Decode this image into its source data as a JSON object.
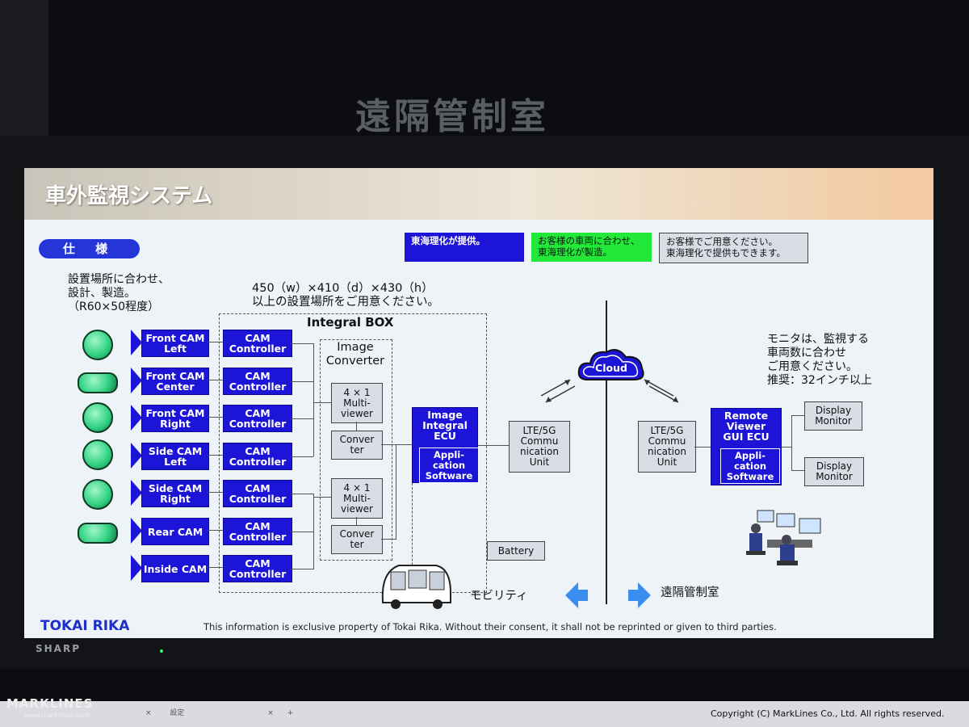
{
  "room_sign": "遠隔管制室",
  "tv_brand": "SHARP",
  "slide": {
    "title": "車外監視システム",
    "spec_label": "仕 様",
    "install_note": "設置場所に合わせ、\n設計、製造。\n（R60×50程度）",
    "box_size_note": "450（w）×410（d）×430（h）\n以上の設置場所をご用意ください。",
    "legend": {
      "provided": "東海理化が提供。",
      "manufactured": "お客様の車両に合わせ、\n東海理化が製造。",
      "customer": "お客様でご用意ください。\n東海理化で提供もできます。"
    },
    "integral_box_label": "Integral BOX",
    "image_converter_label": "Image\nConverter",
    "cameras": [
      {
        "label": "Front CAM\nLeft"
      },
      {
        "label": "Front CAM\nCenter"
      },
      {
        "label": "Front CAM\nRight"
      },
      {
        "label": "Side CAM\nLeft"
      },
      {
        "label": "Side CAM\nRight"
      },
      {
        "label": "Rear CAM"
      },
      {
        "label": "Inside CAM"
      }
    ],
    "cam_controller_label": "CAM\nController",
    "multiviewer_label": "4 × 1\nMulti-\nviewer",
    "converter_label": "Conver\nter",
    "image_ecu_label": "Image\nIntegral\nECU",
    "app_software_label": "Appli-\ncation\nSoftware",
    "lte_label": "LTE/5G\nCommu\nnication\nUnit",
    "cloud_label": "Cloud",
    "remote_ecu_label": "Remote\nViewer\nGUI ECU",
    "display_monitor_label": "Display\nMonitor",
    "battery_label": "Battery",
    "monitor_note": "モニタは、監視する\n車両数に合わせ\nご用意ください。\n推奨：32インチ以上",
    "mobility_label": "モビリティ",
    "remote_room_label": "遠隔管制室",
    "company_logo": "TOKAI RIKA",
    "footer": "This information is exclusive property of Tokai Rika. Without their consent, it shall not be reprinted or given to third parties."
  },
  "watermark": {
    "brand": "MARKLINES",
    "url": "www.marklines.com",
    "copyright": "Copyright (C) MarkLines Co., Ltd. All rights reserved."
  },
  "browser_tabs": [
    "×",
    "設定",
    "×",
    "+"
  ],
  "colors": {
    "primary_blue": "#1c14d6",
    "legend_green": "#22e83a",
    "camera_green": "#2fd080"
  }
}
